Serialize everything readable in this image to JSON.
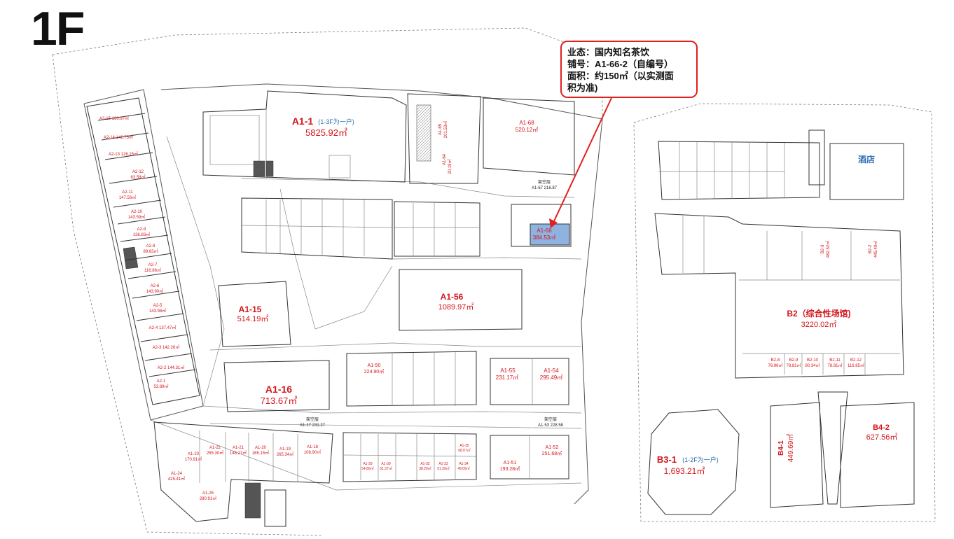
{
  "floor": "1F",
  "callout": {
    "line1": "业态：国内知名茶饮",
    "line2": "铺号：A1-66-2（自编号）",
    "line3": "面积：约150㎡（以实测面",
    "line4": "积为准)"
  },
  "colors": {
    "unit_label": "#d4141b",
    "highlight_fill": "#8fb3e0",
    "callout_border": "#e02020",
    "note_blue": "#2f6fb3"
  },
  "units_large": {
    "a1_1": {
      "id": "A1-1",
      "note": "(1-3F为一户)",
      "area": "5825.92㎡"
    },
    "a1_56": {
      "id": "A1-56",
      "area": "1089.97㎡"
    },
    "a1_15": {
      "id": "A1-15",
      "area": "514.19㎡"
    },
    "a1_16": {
      "id": "A1-16",
      "area": "713.67㎡"
    },
    "b2": {
      "id": "B2（综合性场馆)",
      "area": "3220.02㎡"
    },
    "b3_1": {
      "id": "B3-1",
      "note": "(1-2F为一户)",
      "area": "1,693.21㎡"
    },
    "b4_2": {
      "id": "B4-2",
      "area": "627.56㎡"
    },
    "b4_1": {
      "id": "B4-1",
      "area": "449.69㎡"
    },
    "hotel": "酒店",
    "a1_66": {
      "id": "A1-66",
      "area": "384.53㎡"
    }
  },
  "units_small": {
    "a1_68": {
      "id": "A1-68",
      "area": "520.12㎡"
    },
    "a1_65": {
      "id": "A1-65",
      "area": "201.53㎡"
    },
    "a1_64": {
      "id": "A1-64",
      "area": "20.19㎡"
    },
    "a1_55": {
      "id": "A1-55",
      "area": "231.17㎡"
    },
    "a1_54": {
      "id": "A1-54",
      "area": "295.49㎡"
    },
    "a1_50": {
      "id": "A1-50",
      "area": "224.90㎡"
    },
    "a1_52": {
      "id": "A1-52",
      "area": "251.68㎡"
    },
    "a1_51": {
      "id": "A1-51",
      "area": "193.28㎡"
    },
    "a1_22": {
      "id": "A1-22",
      "area": "255.30㎡"
    },
    "a1_21": {
      "id": "A1-21",
      "area": "148.27㎡"
    },
    "a1_20": {
      "id": "A1-20",
      "area": "165.15㎡"
    },
    "a1_19": {
      "id": "A1-19",
      "area": "265.34㎡"
    },
    "a1_18": {
      "id": "A1-18",
      "area": "108.90㎡"
    },
    "a1_23": {
      "id": "A1-23",
      "area": "170.91㎡"
    },
    "a1_24": {
      "id": "A1-24",
      "area": "425.41㎡"
    },
    "a1_25": {
      "id": "A1-25",
      "area": "280.91㎡"
    },
    "a1_35": {
      "id": "A1-35",
      "area": "68.07㎡"
    },
    "a1_34": {
      "id": "A1-34",
      "area": "49.09㎡"
    },
    "a1_33": {
      "id": "A1-33",
      "area": "51.39㎡"
    },
    "a1_32": {
      "id": "A1-32",
      "area": "38.29㎡"
    },
    "a1_30": {
      "id": "A1-30",
      "area": "51.37㎡"
    },
    "a1_29": {
      "id": "A1-29",
      "area": "54.89㎡"
    },
    "a2_15": {
      "id": "A2-15",
      "area": "160.97㎡"
    },
    "a2_14": {
      "id": "A2-14",
      "area": "142.75㎡"
    },
    "a2_13": {
      "id": "A2-13",
      "area": "126.15㎡"
    },
    "a2_12": {
      "id": "A2-12",
      "area": "63.58㎡"
    },
    "a2_11": {
      "id": "A2-11",
      "area": "147.56㎡"
    },
    "a2_10": {
      "id": "A2-10",
      "area": "143.59㎡"
    },
    "a2_9": {
      "id": "A2-9",
      "area": "136.83㎡"
    },
    "a2_8": {
      "id": "A2-8",
      "area": "89.63㎡"
    },
    "a2_7": {
      "id": "A2-7",
      "area": "116.86㎡"
    },
    "a2_6": {
      "id": "A2-6",
      "area": "143.90㎡"
    },
    "a2_5": {
      "id": "A2-5",
      "area": "143.98㎡"
    },
    "a2_4": {
      "id": "A2-4",
      "area": "137.47㎡"
    },
    "a2_3": {
      "id": "A2-3",
      "area": "142.26㎡"
    },
    "a2_2": {
      "id": "A2-2",
      "area": "144.31㎡"
    },
    "a2_1": {
      "id": "A2-1",
      "area": "53.89㎡"
    },
    "b2_8": {
      "id": "B2-8",
      "area": "76.96㎡"
    },
    "b2_9": {
      "id": "B2-9",
      "area": "78.81㎡"
    },
    "b2_10": {
      "id": "B2-10",
      "area": "80.34㎡"
    },
    "b2_11": {
      "id": "B2-11",
      "area": "78.81㎡"
    },
    "b2_12": {
      "id": "B2-12",
      "area": "116.85㎡"
    },
    "b2_3": {
      "id": "B2-3",
      "area": "482.52㎡"
    },
    "b2_2": {
      "id": "B2-2",
      "area": "445.49㎡"
    }
  },
  "corridors": {
    "a1_67": {
      "label": "架空层",
      "code": "A1-67 216.87"
    },
    "a1_17": {
      "label": "架空层",
      "code": "A1-17 231.27"
    },
    "a1_53": {
      "label": "架空层",
      "code": "A1-53 228.58"
    }
  }
}
